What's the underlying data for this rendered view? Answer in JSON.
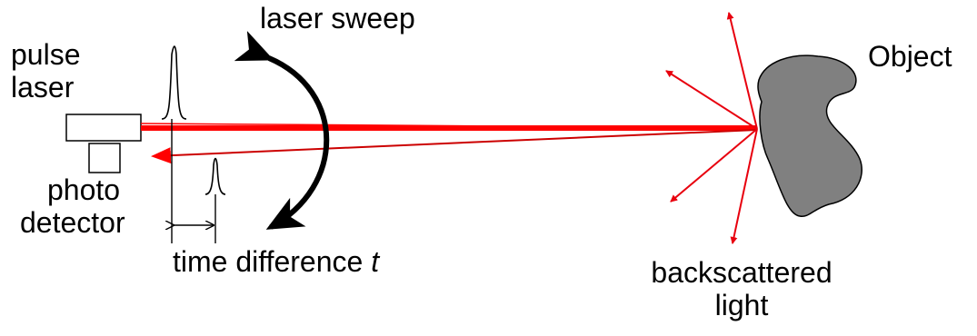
{
  "labels": {
    "laser_sweep": "laser sweep",
    "pulse": "pulse",
    "laser": "laser",
    "photo": "photo",
    "detector": "detector",
    "time_difference": "time difference ",
    "time_symbol": "t",
    "object": "Object",
    "backscattered": "backscattered",
    "light": "light"
  },
  "colors": {
    "beam": "#ff0000",
    "scatter_arrows": "#e8000e",
    "object_fill": "#808080",
    "outline": "#000000"
  }
}
